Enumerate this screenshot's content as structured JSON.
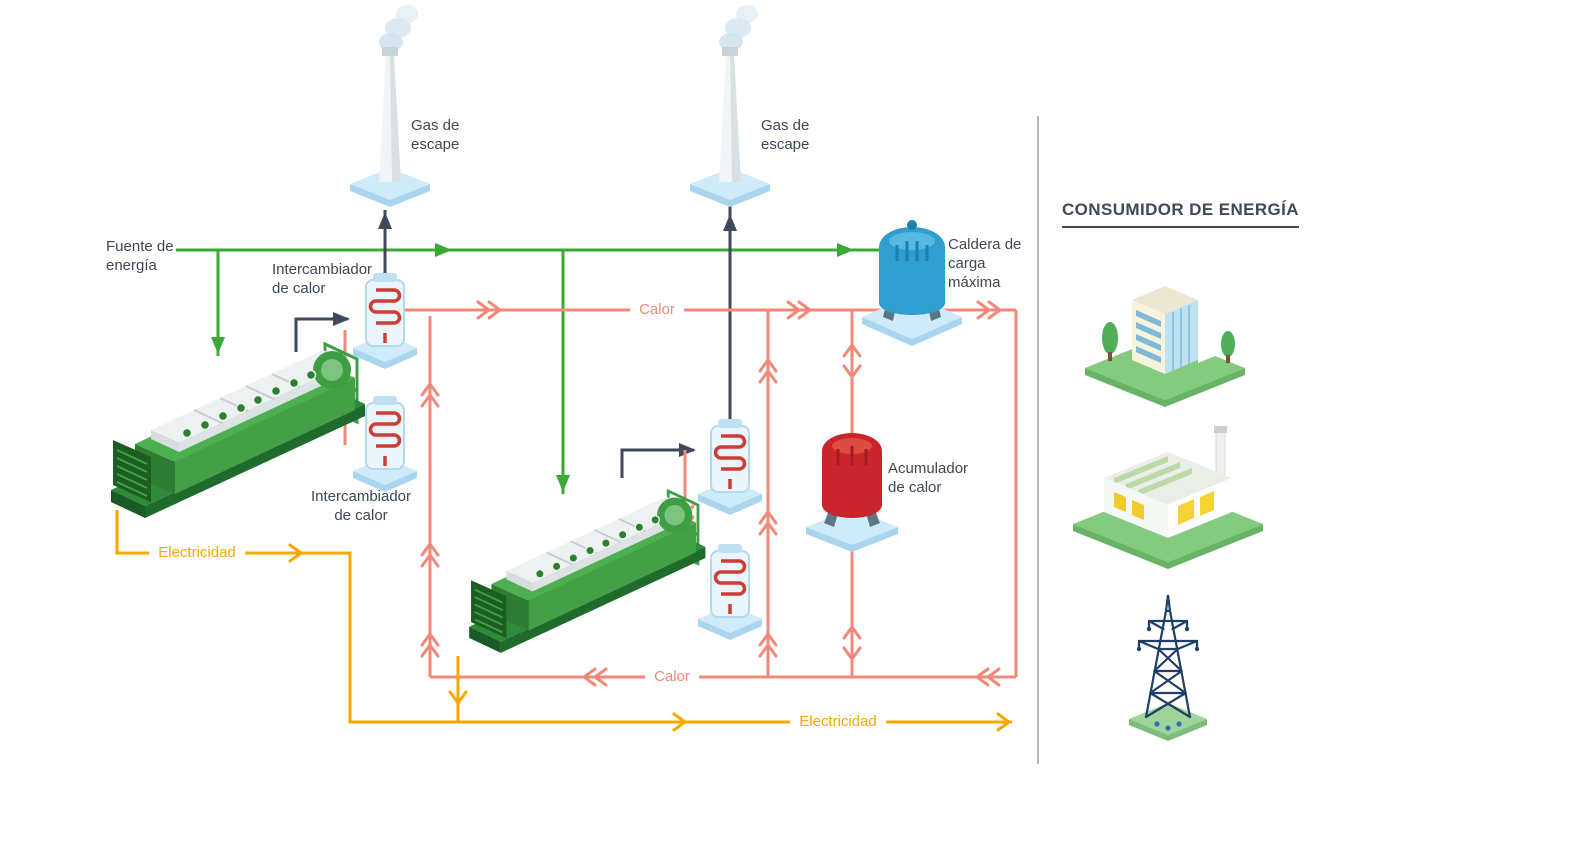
{
  "colors": {
    "energy_source_green": "#3aaa35",
    "heat_salmon": "#f0897a",
    "electricity_orange": "#f6a800",
    "exhaust_dark": "#3e4a59",
    "boiler_blue": "#2f9fd0",
    "accumulator_red": "#c8252c",
    "divider_gray": "#b8b8b8",
    "label_dark": "#3d4854"
  },
  "diagram": {
    "labels": {
      "energy_source": "Fuente de\nenergía",
      "exhaust_gas_left": "Gas de\nescape",
      "exhaust_gas_right": "Gas de\nescape",
      "heat_exchanger_top": "Intercambiador\nde calor",
      "heat_exchanger_bottom": "Intercambiador\nde calor",
      "peak_load_boiler": "Caldera de\ncarga\nmáxima",
      "heat_accumulator": "Acumulador\nde calor",
      "heat_flow_supply": "Calor",
      "heat_flow_return": "Calor",
      "electricity_engine1": "Electricidad",
      "electricity_main": "Electricidad"
    },
    "icons": [
      "chimney-icon",
      "engine-genset-icon",
      "heat-exchanger-icon",
      "peak-load-boiler-icon",
      "heat-accumulator-icon"
    ]
  },
  "consumer": {
    "heading": "CONSUMIDOR DE ENERGÍA",
    "icons": [
      "office-building-icon",
      "factory-icon",
      "power-pylon-icon"
    ]
  }
}
